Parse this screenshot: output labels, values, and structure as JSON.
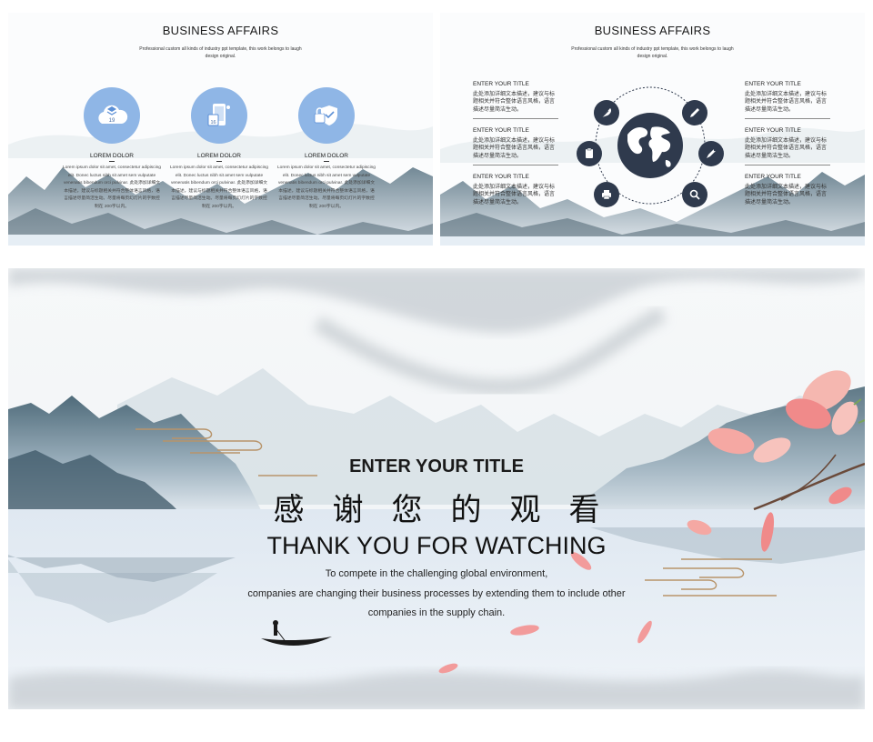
{
  "slide1": {
    "title": "BUSINESS AFFAIRS",
    "subtitle": "Professional custom all kinds of industry ppt template, this work belongs to laugh design original.",
    "features": [
      {
        "icon": "cloud-data-icon",
        "badge": "19",
        "title": "LOREM DOLOR",
        "text": "Lorem ipsum dolor sit amet, consectetur adipiscing elit. Donec luctus nibh sit amet sem vulputate venenatis bibendum orci pulvinar. 此处添加详细文本描述，建议与标题相关并符合整体语言风格，语言描述尽量简洁生动。尽量将每页幻灯片的字数控制在 200字以内。"
      },
      {
        "icon": "mobile-calendar-icon",
        "badge": "16",
        "title": "LOREM DOLOR",
        "text": "Lorem ipsum dolor sit amet, consectetur adipiscing elit. Donec luctus nibh sit amet sem vulputate venenatis bibendum orci pulvinar. 此处添加详细文本描述，建议与标题相关并符合整体语言风格，语言描述尽量简洁生动。尽量将每页幻灯片的字数控制在 200字以内。"
      },
      {
        "icon": "security-lock-icon",
        "badge": "",
        "title": "LOREM DOLOR",
        "text": "Lorem ipsum dolor sit amet, consectetur adipiscing elit. Donec luctus nibh sit amet sem vulputate venenatis bibendum orci pulvinar. 此处添加详细文本描述，建议与标题相关并符合整体语言风格，语言描述尽量简洁生动。尽量将每页幻灯片的字数控制在 200字以内。"
      }
    ]
  },
  "slide2": {
    "title": "BUSINESS AFFAIRS",
    "subtitle": "Professional custom all kinds of industry ppt template, this work belongs to laugh design original.",
    "left_items": [
      {
        "title": "ENTER YOUR TITLE",
        "text": "此处添加详细文本描述，建议与标题相关并符合整体语言风格，语言描述尽量简洁生动。"
      },
      {
        "title": "ENTER YOUR TITLE",
        "text": "此处添加详细文本描述，建议与标题相关并符合整体语言风格，语言描述尽量简洁生动。"
      },
      {
        "title": "ENTER YOUR TITLE",
        "text": "此处添加详细文本描述，建议与标题相关并符合整体语言风格，语言描述尽量简洁生动。"
      }
    ],
    "right_items": [
      {
        "title": "ENTER YOUR TITLE",
        "text": "此处添加详细文本描述，建议与标题相关并符合整体语言风格，语言描述尽量简洁生动。"
      },
      {
        "title": "ENTER YOUR TITLE",
        "text": "此处添加详细文本描述，建议与标题相关并符合整体语言风格，语言描述尽量简洁生动。"
      },
      {
        "title": "ENTER YOUR TITLE",
        "text": "此处添加详细文本描述，建议与标题相关并符合整体语言风格，语言描述尽量简洁生动。"
      }
    ],
    "hub_icons": [
      "feather-icon",
      "pencil-icon",
      "clipboard-icon",
      "pen-icon",
      "printer-icon",
      "search-icon"
    ],
    "center_icon": "globe-icon"
  },
  "slide3": {
    "heading": "ENTER YOUR TITLE",
    "chinese_title": "感谢您的观看",
    "english_title": "THANK YOU FOR WATCHING",
    "description_lines": [
      "To compete in the challenging global environment,",
      "companies are changing their business processes by extending them to include other",
      "companies in the supply chain."
    ]
  },
  "colors": {
    "icon_circle": "#8fb6e6",
    "hub_dark": "#2f3a4d",
    "mountain": "#6f8796",
    "blossom": "#f08a8a",
    "gold": "#b8946a"
  }
}
